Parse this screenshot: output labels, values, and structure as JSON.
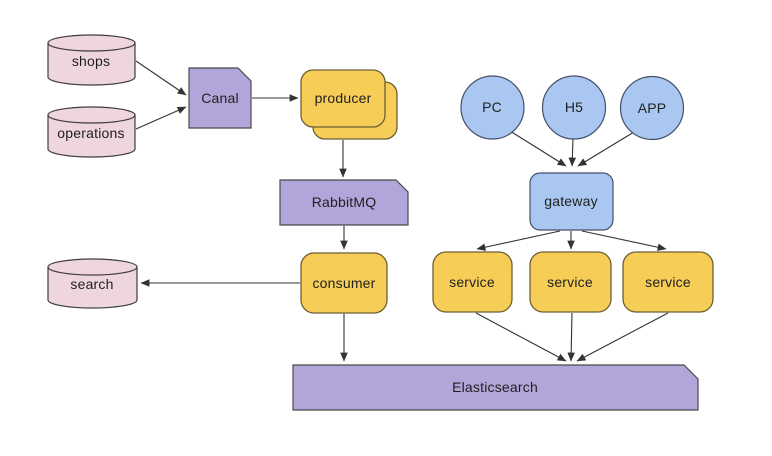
{
  "diagram": {
    "nodes": {
      "shops": "shops",
      "operations": "operations",
      "canal": "Canal",
      "producer": "producer",
      "rabbitmq": "RabbitMQ",
      "search": "search",
      "consumer": "consumer",
      "pc": "PC",
      "h5": "H5",
      "app": "APP",
      "gateway": "gateway",
      "service1": "service",
      "service2": "service",
      "service3": "service",
      "elasticsearch": "Elasticsearch"
    },
    "edges": [
      {
        "from": "shops",
        "to": "canal"
      },
      {
        "from": "operations",
        "to": "canal"
      },
      {
        "from": "canal",
        "to": "producer"
      },
      {
        "from": "producer",
        "to": "rabbitmq"
      },
      {
        "from": "rabbitmq",
        "to": "consumer"
      },
      {
        "from": "consumer",
        "to": "search"
      },
      {
        "from": "consumer",
        "to": "elasticsearch"
      },
      {
        "from": "pc",
        "to": "gateway"
      },
      {
        "from": "h5",
        "to": "gateway"
      },
      {
        "from": "app",
        "to": "gateway"
      },
      {
        "from": "gateway",
        "to": "service1"
      },
      {
        "from": "gateway",
        "to": "service2"
      },
      {
        "from": "gateway",
        "to": "service3"
      },
      {
        "from": "service1",
        "to": "elasticsearch"
      },
      {
        "from": "service2",
        "to": "elasticsearch"
      },
      {
        "from": "service3",
        "to": "elasticsearch"
      }
    ],
    "colors": {
      "database_fill": "#eed5df",
      "queue_fill": "#b2a5da",
      "service_fill": "#f6ce57",
      "client_fill": "#a9c7f1",
      "stroke": "#3d3d3d",
      "edge": "#333333",
      "background": "#ffffff"
    }
  }
}
